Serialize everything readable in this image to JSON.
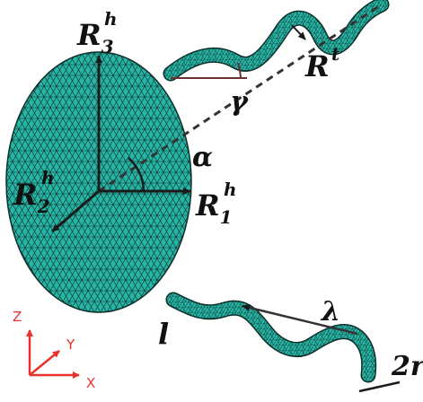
{
  "colors": {
    "body_fill": "#27b5a5",
    "mesh_line": "#0d2e2a",
    "arrow": "#1b1b1b",
    "angle_line": "#6a2f2f",
    "triad": "#e8322b"
  },
  "labels": {
    "r3_main": "R",
    "r3_sub": "3",
    "r3_sup": "h",
    "r2_main": "R",
    "r2_sub": "2",
    "r2_sup": "h",
    "r1_main": "R",
    "r1_sub": "1",
    "r1_sup": "h",
    "rt_main": "R",
    "rt_sup": "t",
    "alpha": "α",
    "gamma": "γ",
    "lambda": "λ",
    "l": "l",
    "two_r": "2r"
  },
  "triad": {
    "z": "Z",
    "y": "Y",
    "x": "X"
  }
}
